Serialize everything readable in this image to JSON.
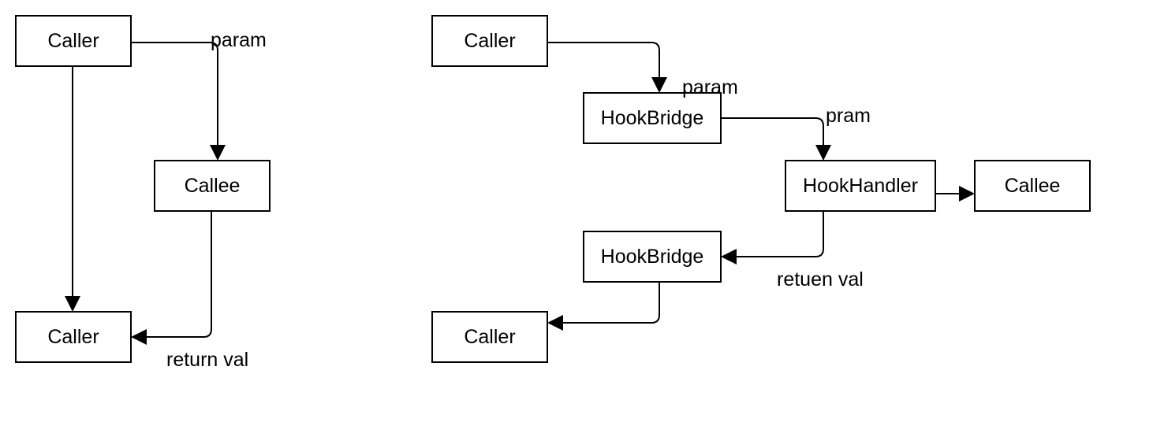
{
  "left_diagram": {
    "caller_top": "Caller",
    "callee": "Callee",
    "caller_bottom": "Caller",
    "label_param": "param",
    "label_return": "return val"
  },
  "right_diagram": {
    "caller_top": "Caller",
    "hookbridge_top": "HookBridge",
    "hookhandler": "HookHandler",
    "callee": "Callee",
    "hookbridge_bottom": "HookBridge",
    "caller_bottom": "Caller",
    "label_param": "param",
    "label_pram": "pram",
    "label_retuen": "retuen val"
  }
}
